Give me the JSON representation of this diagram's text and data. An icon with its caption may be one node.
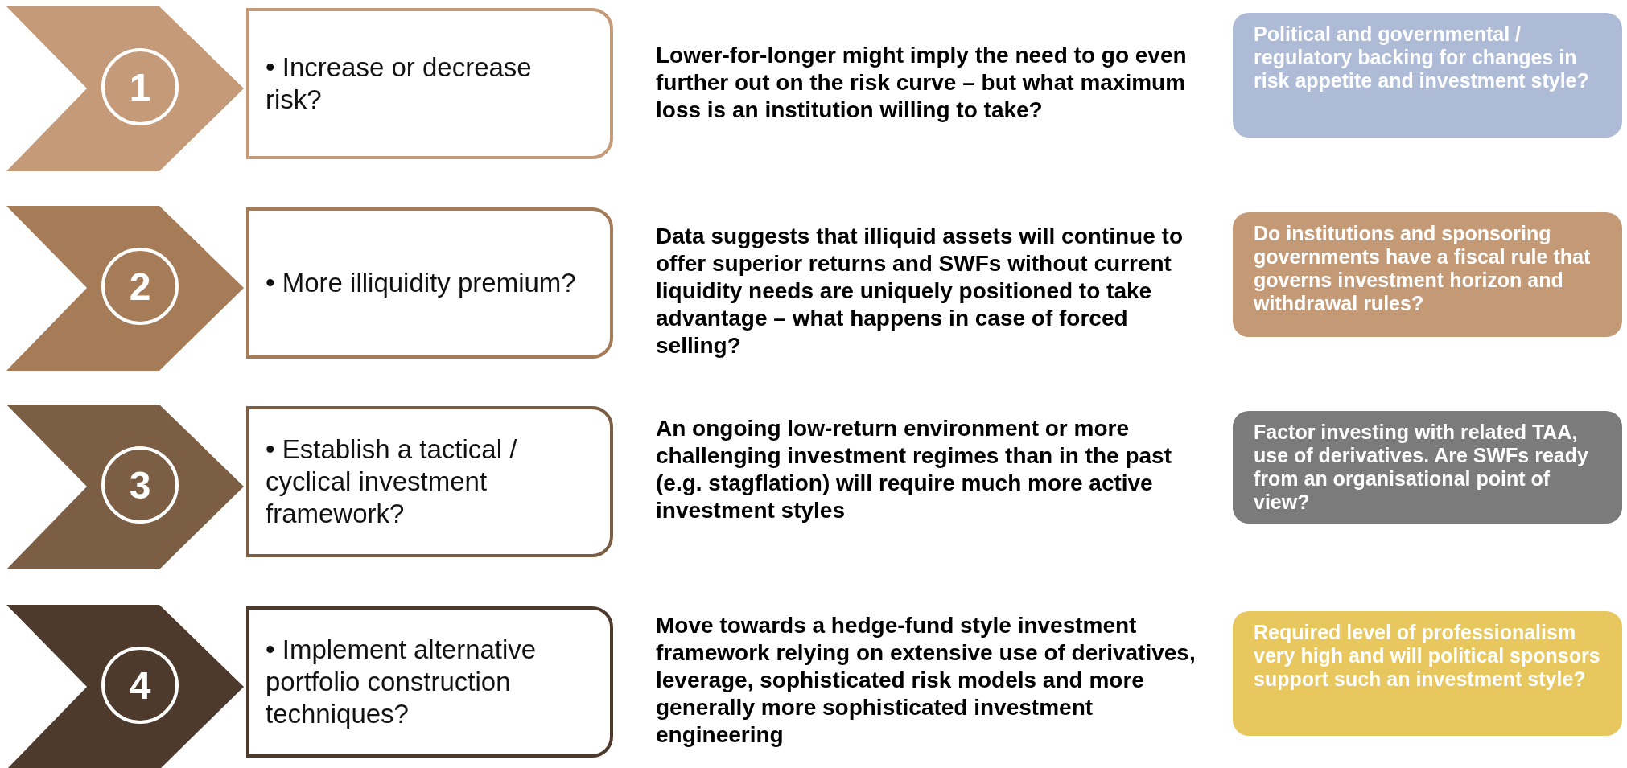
{
  "diagram": {
    "nodes": [
      {
        "text": [
          "1"
        ]
      },
      {
        "text": [
          "• Increase or decrease risk?"
        ]
      },
      {
        "text": [
          "Political and governmental / regulatory backing for changes in risk appetite and investment style?"
        ]
      },
      {
        "text": [
          "2"
        ]
      },
      {
        "text": [
          "• More illiquidity premium?"
        ]
      },
      {
        "text": [
          "Do institutions and sponsoring governments have a fiscal rule that governs investment horizon and withdrawal rules?"
        ]
      },
      {
        "text": [
          "3"
        ]
      },
      {
        "text": [
          "• Establish a tactical / cyclical investment framework?"
        ]
      },
      {
        "text": [
          "Factor investing with related TAA, use of derivatives. Are SWFs ready from an organisational point of view?"
        ]
      },
      {
        "text": [
          "4"
        ]
      },
      {
        "text": [
          "• Implement alternative portfolio construction techniques?"
        ]
      },
      {
        "text": [
          "Required level of professionalism very high and will political sponsors support such an investment style?"
        ]
      }
    ],
    "labels": [
      "Lower-for-longer might imply the need to go even further out on the risk curve – but what maximum loss is an institution willing to take?",
      "Data suggests that illiquid assets will continue to offer superior returns and SWFs without current liquidity needs are uniquely positioned to take advantage – what happens in case of forced selling?",
      "An ongoing low-return environment or more challenging investment regimes than in the past (e.g. stagflation) will require much more active investment styles",
      "Move towards a hedge-fund style investment framework relying on extensive use of derivatives, leverage, sophisticated risk models and more generally more sophisticated investment engineering"
    ]
  }
}
